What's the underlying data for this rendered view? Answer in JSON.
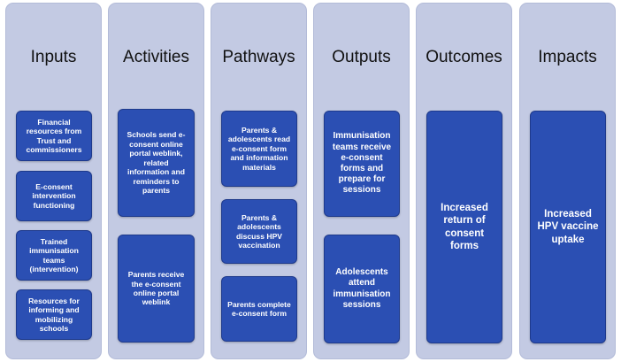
{
  "columns": [
    {
      "title": "Inputs",
      "boxes": [
        "Financial resources from Trust and commissioners",
        "E-consent intervention functioning",
        "Trained immunisation teams (intervention)",
        "Resources for informing and mobilizing schools"
      ]
    },
    {
      "title": "Activities",
      "boxes": [
        "Schools send e-consent online portal weblink, related information and reminders to parents",
        "Parents receive the e-consent online portal weblink"
      ]
    },
    {
      "title": "Pathways",
      "boxes": [
        "Parents & adolescents read e-consent form and information materials",
        "Parents & adolescents discuss HPV vaccination",
        "Parents complete e-consent form"
      ]
    },
    {
      "title": "Outputs",
      "boxes": [
        "Immunisation teams receive e-consent forms and prepare for sessions",
        "Adolescents attend immunisation sessions"
      ]
    },
    {
      "title": "Outcomes",
      "boxes": [
        "Increased return of consent forms"
      ]
    },
    {
      "title": "Impacts",
      "boxes": [
        "Increased HPV vaccine uptake"
      ]
    }
  ]
}
